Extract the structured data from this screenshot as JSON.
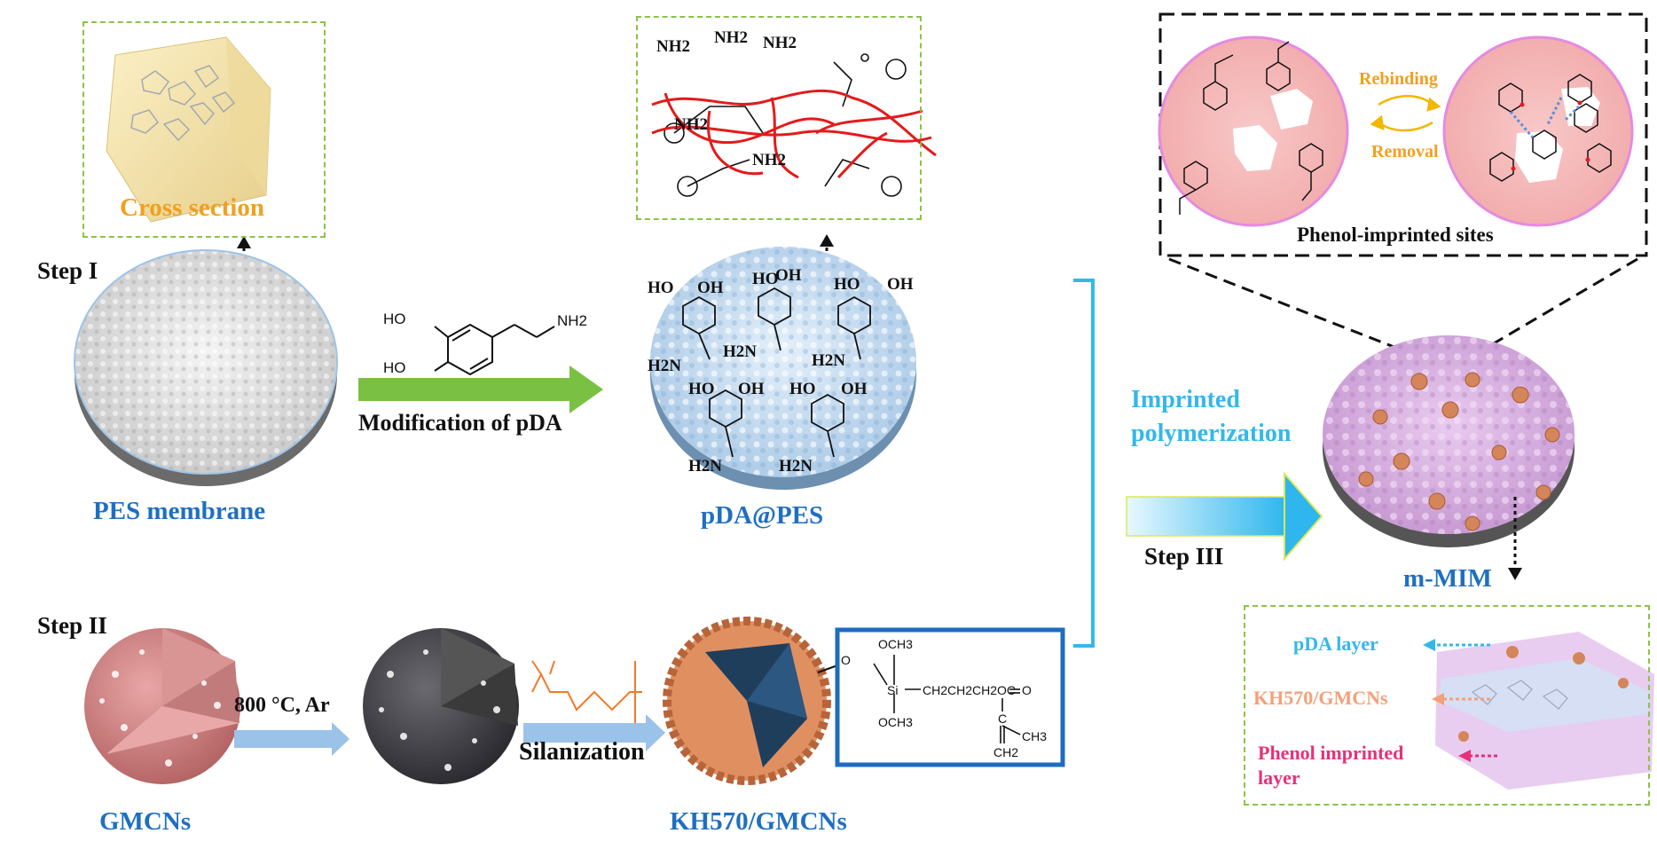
{
  "labels": {
    "cross_section": "Cross section",
    "step1": "Step I",
    "step2": "Step II",
    "step3": "Step III",
    "pes_membrane": "PES membrane",
    "modification": "Modification of pDA",
    "pda_pes": "pDA@PES",
    "imprinted_1": "Imprinted",
    "imprinted_2": "polymerization",
    "m_mim": "m-MIM",
    "rebinding": "Rebinding",
    "removal": "Removal",
    "phenol_sites": "Phenol-imprinted sites",
    "gmcns": "GMCNs",
    "condition": "800 °C, Ar",
    "silanization": "Silanization",
    "kh570_gmcns": "KH570/GMCNs",
    "pda_layer": "pDA layer",
    "kh570_layer": "KH570/GMCNs",
    "phenol_layer_1": "Phenol imprinted",
    "phenol_layer_2": "layer"
  },
  "chemistry": {
    "ho": "HO",
    "oh": "OH",
    "nh2": "NH2",
    "h2n": "H2N",
    "och3": "OCH3",
    "si": "Si",
    "chain": "CH2CH2CH2OC",
    "ch3": "CH3",
    "ch2": "CH2",
    "c": "C",
    "o": "O"
  },
  "colors": {
    "label_blue": "#1f6fc1",
    "cyan": "#33b8ea",
    "green_arrow": "#7ac143",
    "gold": "#f0a020",
    "pink": "#e8307a",
    "salmon": "#f4a07a",
    "pink_circle": "#f5b8b8",
    "bracket": "#33b8ea"
  }
}
